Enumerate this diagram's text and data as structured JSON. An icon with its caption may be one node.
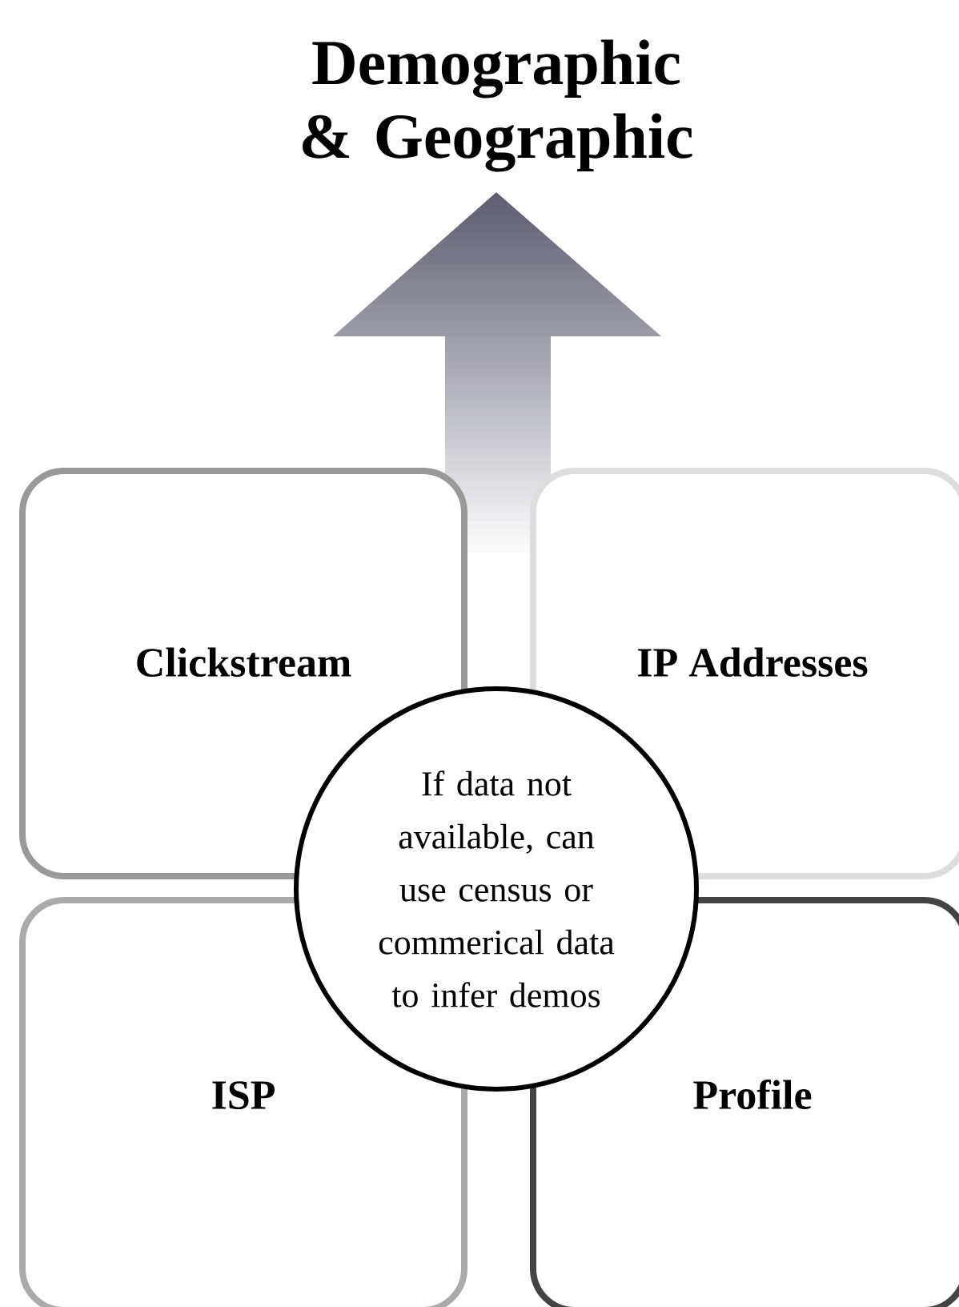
{
  "diagram": {
    "title": "Demographic & Geographic",
    "nodes": [
      {
        "text": [
          "Clickstream"
        ]
      },
      {
        "text": [
          "IP Addresses"
        ]
      },
      {
        "text": [
          "ISP"
        ]
      },
      {
        "text": [
          "Profile"
        ]
      },
      {
        "text": [
          "If data not available, can use census or commerical data to infer demos"
        ]
      }
    ]
  }
}
